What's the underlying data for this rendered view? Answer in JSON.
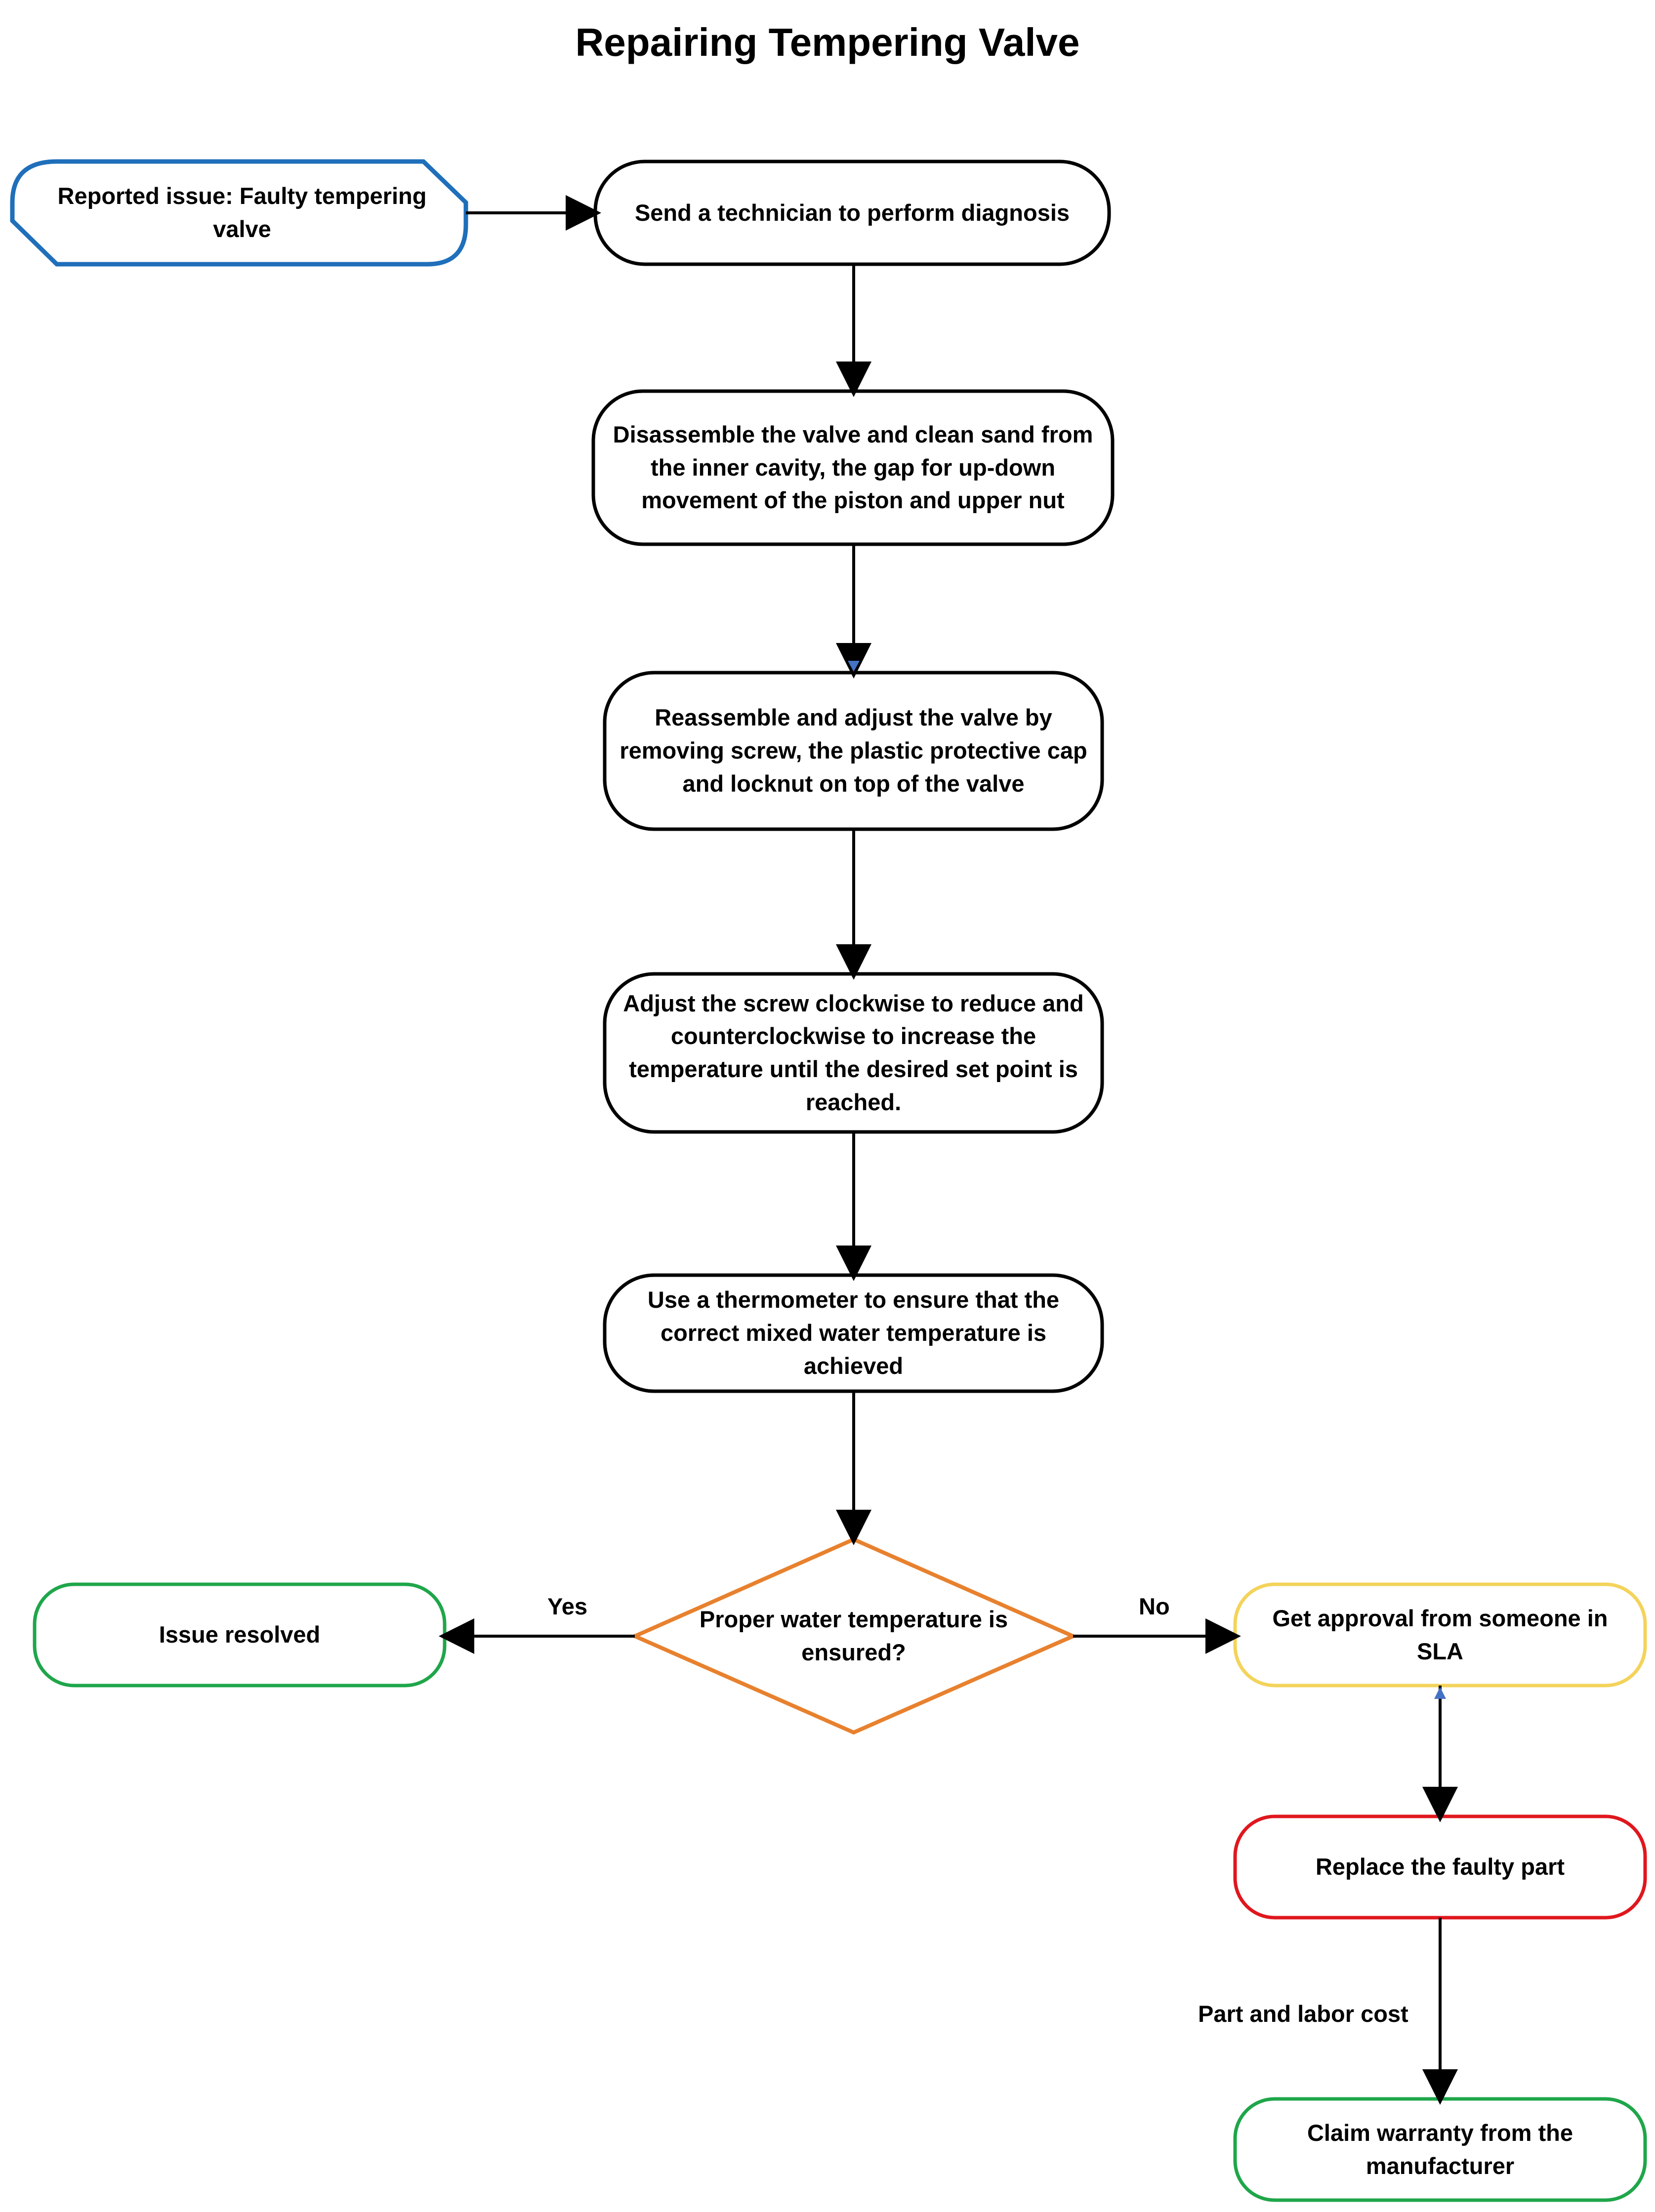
{
  "title": "Repairing Tempering Valve",
  "colors": {
    "stroke_default": "#000000",
    "start": "#1f6fba",
    "decision": "#e8812e",
    "resolved": "#1fa64a",
    "approval": "#f3d35a",
    "replace": "#e0171e",
    "warranty": "#1fa64a",
    "arrow_tip_accent": "#4472c4"
  },
  "nodes": {
    "start": "Reported issue: Faulty tempering valve",
    "send_technician": "Send a technician to perform diagnosis",
    "disassemble": "Disassemble the valve and clean sand from the inner cavity, the gap for up-down movement of the piston and upper nut",
    "reassemble": "Reassemble and adjust the valve by removing screw, the plastic protective cap and locknut on top of the valve",
    "adjust_screw": "Adjust the screw clockwise to reduce and counterclockwise to increase the temperature until the desired set point is reached.",
    "thermometer": "Use a thermometer to ensure that the correct mixed water temperature is achieved",
    "decision": "Proper water temperature is ensured?",
    "resolved": "Issue resolved",
    "approval": "Get approval from someone in SLA",
    "replace": "Replace the faulty part",
    "warranty": "Claim warranty from the manufacturer"
  },
  "edge_labels": {
    "yes": "Yes",
    "no": "No",
    "cost": "Part and labor cost"
  }
}
